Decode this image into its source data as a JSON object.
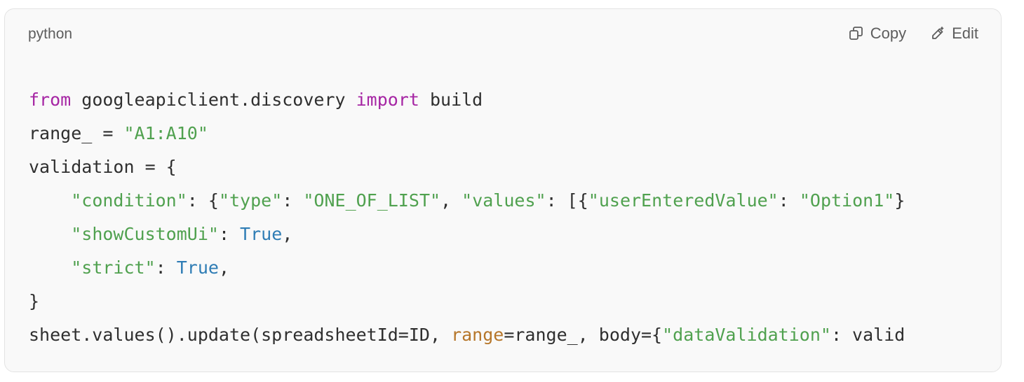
{
  "header": {
    "language": "python",
    "copy_label": "Copy",
    "edit_label": "Edit"
  },
  "icons": {
    "copy": "copy-icon",
    "edit": "pencil-icon"
  },
  "colors": {
    "card_bg": "#f9f9f9",
    "keyword": "#a626a4",
    "string": "#50a14f",
    "boolean": "#2f7db5",
    "parameter": "#b6762a",
    "text": "#2f2f2f"
  },
  "code": {
    "lines": [
      [
        {
          "t": "from",
          "c": "kw"
        },
        {
          "t": " googleapiclient.discovery ",
          "c": "plain"
        },
        {
          "t": "import",
          "c": "kw"
        },
        {
          "t": " build",
          "c": "plain"
        }
      ],
      [
        {
          "t": "range_ = ",
          "c": "plain"
        },
        {
          "t": "\"A1:A10\"",
          "c": "str"
        }
      ],
      [
        {
          "t": "validation = {",
          "c": "plain"
        }
      ],
      [
        {
          "t": "    ",
          "c": "plain"
        },
        {
          "t": "\"condition\"",
          "c": "str"
        },
        {
          "t": ": {",
          "c": "plain"
        },
        {
          "t": "\"type\"",
          "c": "str"
        },
        {
          "t": ": ",
          "c": "plain"
        },
        {
          "t": "\"ONE_OF_LIST\"",
          "c": "str"
        },
        {
          "t": ", ",
          "c": "plain"
        },
        {
          "t": "\"values\"",
          "c": "str"
        },
        {
          "t": ": [{",
          "c": "plain"
        },
        {
          "t": "\"userEnteredValue\"",
          "c": "str"
        },
        {
          "t": ": ",
          "c": "plain"
        },
        {
          "t": "\"Option1\"",
          "c": "str"
        },
        {
          "t": "}",
          "c": "plain"
        }
      ],
      [
        {
          "t": "    ",
          "c": "plain"
        },
        {
          "t": "\"showCustomUi\"",
          "c": "str"
        },
        {
          "t": ": ",
          "c": "plain"
        },
        {
          "t": "True",
          "c": "bool"
        },
        {
          "t": ",",
          "c": "plain"
        }
      ],
      [
        {
          "t": "    ",
          "c": "plain"
        },
        {
          "t": "\"strict\"",
          "c": "str"
        },
        {
          "t": ": ",
          "c": "plain"
        },
        {
          "t": "True",
          "c": "bool"
        },
        {
          "t": ",",
          "c": "plain"
        }
      ],
      [
        {
          "t": "}",
          "c": "plain"
        }
      ],
      [
        {
          "t": "sheet.values().update(spreadsheetId=ID, ",
          "c": "plain"
        },
        {
          "t": "range",
          "c": "param"
        },
        {
          "t": "=range_, body={",
          "c": "plain"
        },
        {
          "t": "\"dataValidation\"",
          "c": "str"
        },
        {
          "t": ": valid",
          "c": "plain"
        }
      ]
    ]
  }
}
